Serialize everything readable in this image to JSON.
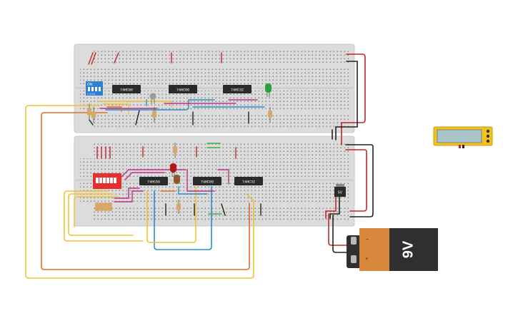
{
  "breadboards": [
    {
      "chips": [
        {
          "label": "74HC86"
        },
        {
          "label": "74HC08"
        },
        {
          "label": "74HC32"
        }
      ],
      "dip_switch": {
        "label": "ON",
        "numbers": "1 2 3 4"
      }
    },
    {
      "chips": [
        {
          "label": "74HC86"
        },
        {
          "label": "74HC08"
        },
        {
          "label": "74HC32"
        }
      ]
    }
  ],
  "regulator": {
    "label": "5V"
  },
  "battery": {
    "label": "9V",
    "minus": "−",
    "plus": "+"
  },
  "colors": {
    "breadboard": "#dcdcdc",
    "chip": "#2a2a2a",
    "wire_red": "#c0282d",
    "wire_black": "#222222",
    "wire_yellow": "#f2c230",
    "wire_orange": "#e07020",
    "wire_blue": "#2a8fc8",
    "wire_magenta": "#c0308a",
    "wire_green": "#3cb044",
    "dip_blue": "#2d7fd0",
    "dip_red": "#e63030",
    "battery_orange": "#d9873d",
    "battery_black": "#2f2f2f",
    "led_green": "#2fa03a",
    "led_red": "#b01818",
    "multimeter": "#f3c21b"
  }
}
